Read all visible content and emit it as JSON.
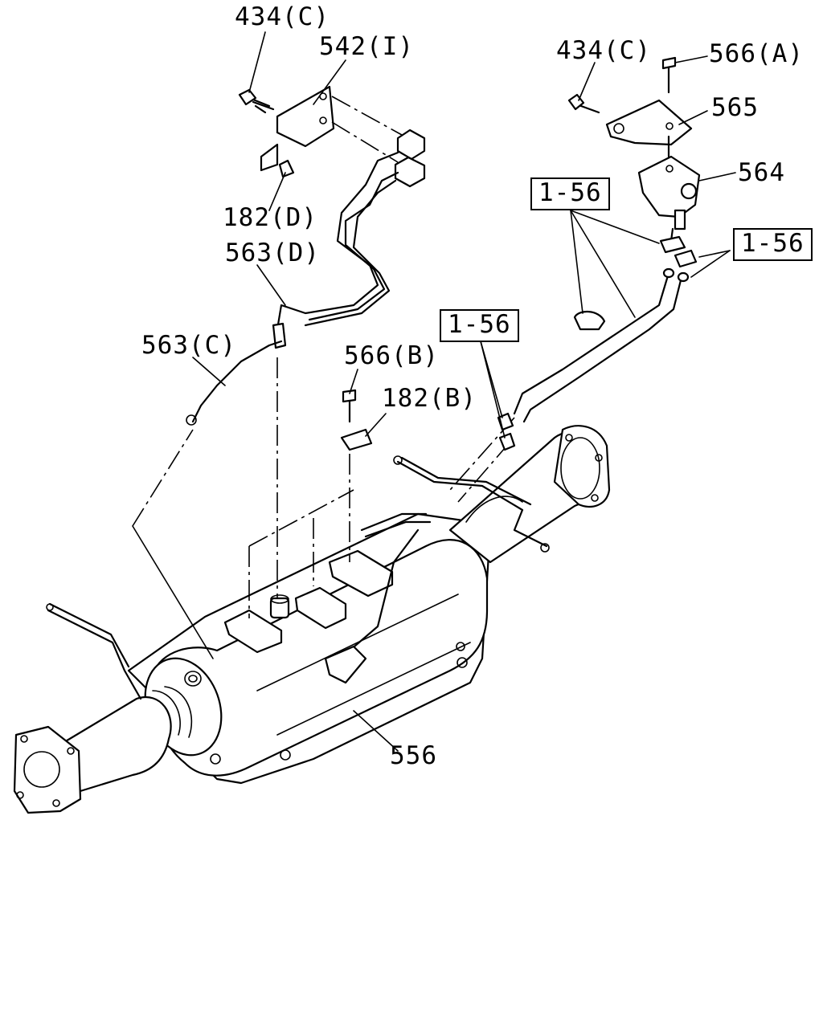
{
  "labels": {
    "l434c_left": "434(C)",
    "l542i": "542(I)",
    "l182d": "182(D)",
    "l563d": "563(D)",
    "l563c": "563(C)",
    "l566b": "566(B)",
    "l182b": "182(B)",
    "l556": "556",
    "l434c_right": "434(C)",
    "l566a": "566(A)",
    "l565": "565",
    "l564": "564",
    "ref_a": "1-56",
    "ref_b": "1-56",
    "ref_c": "1-56"
  }
}
